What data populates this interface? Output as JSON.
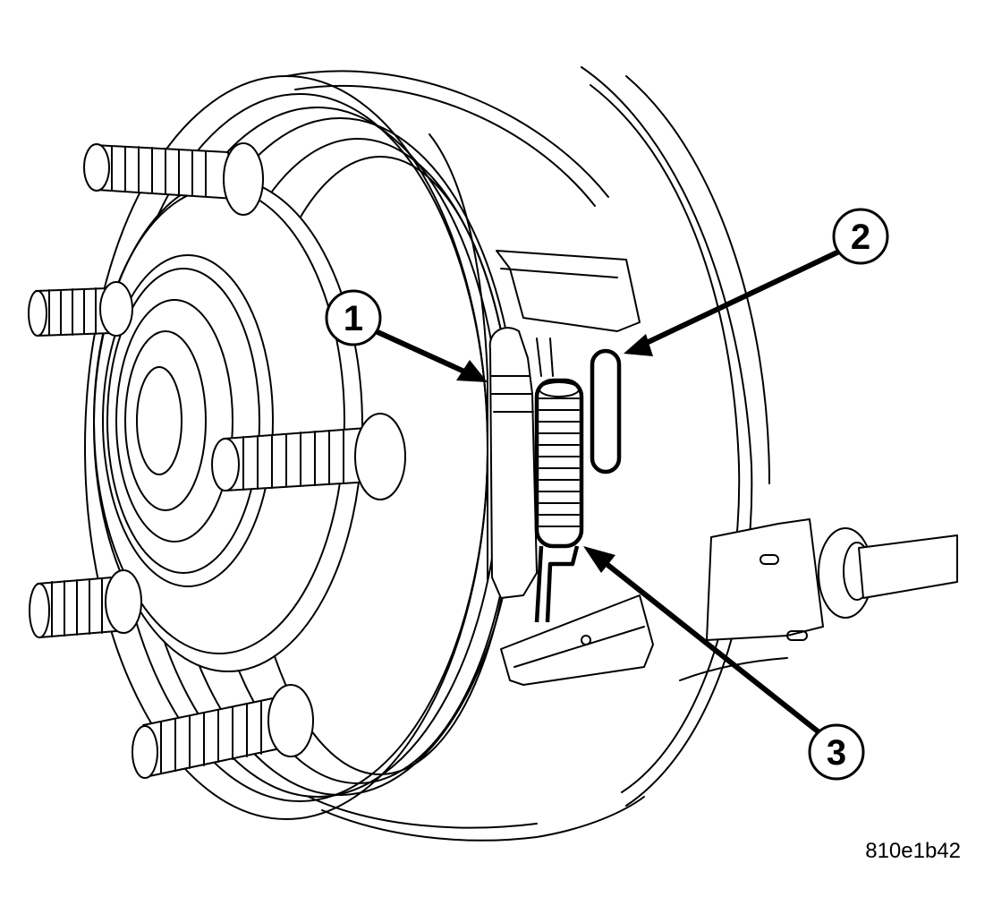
{
  "figure": {
    "id_label": "810e1b42",
    "line_color": "#000000",
    "background": "#ffffff"
  },
  "callouts": [
    {
      "number": "1"
    },
    {
      "number": "2"
    },
    {
      "number": "3"
    }
  ]
}
